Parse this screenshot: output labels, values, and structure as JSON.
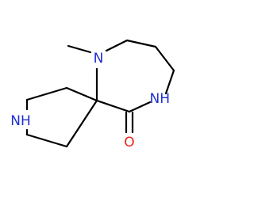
{
  "molecule": {
    "atoms": [
      {
        "id": "n_methyl",
        "label": "N",
        "color": "#1e2fd0"
      },
      {
        "id": "n_amide",
        "label": "NH",
        "color": "#1e2fd0"
      },
      {
        "id": "n_piperidine",
        "label": "NH",
        "color": "#1e2fd0"
      },
      {
        "id": "o_carbonyl",
        "label": "O",
        "color": "#e8231a"
      }
    ],
    "bond_color": "#000000",
    "background": "#ffffff"
  }
}
